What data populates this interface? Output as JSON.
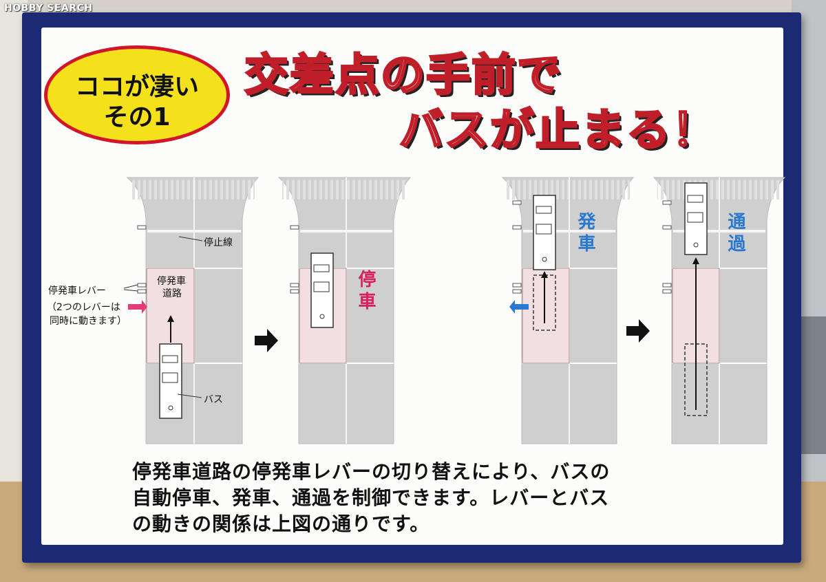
{
  "watermark": "HOBBY SEARCH",
  "badge": {
    "line1": "ココが凄い",
    "line2": "その1"
  },
  "title": {
    "line1": "交差点の手前で",
    "line2": "バスが止まる！"
  },
  "panel1": {
    "stop_line": "停止線",
    "lever": "停発車レバー",
    "note1": "（2つのレバーは",
    "note2": "同時に動きます）",
    "road1": "停発車",
    "road2": "道路",
    "bus": "バス"
  },
  "panel2": {
    "label": "停車"
  },
  "panel3": {
    "label": "発車"
  },
  "panel4": {
    "label": "通過"
  },
  "description": {
    "line1": "停発車道路の停発車レバーの切り替えにより、バスの",
    "line2": "自動停車、発車、通過を制御できます。レバーとバス",
    "line3": "の動きの関係は上図の通りです。"
  },
  "colors": {
    "board": "#1c2a74",
    "badge": "#f4e11c",
    "title_outline": "#c01e28",
    "stop_red": "#d8205e",
    "go_blue": "#2a78cf",
    "road": "#cfcfcf",
    "pink_road": "#f1dfe2"
  }
}
